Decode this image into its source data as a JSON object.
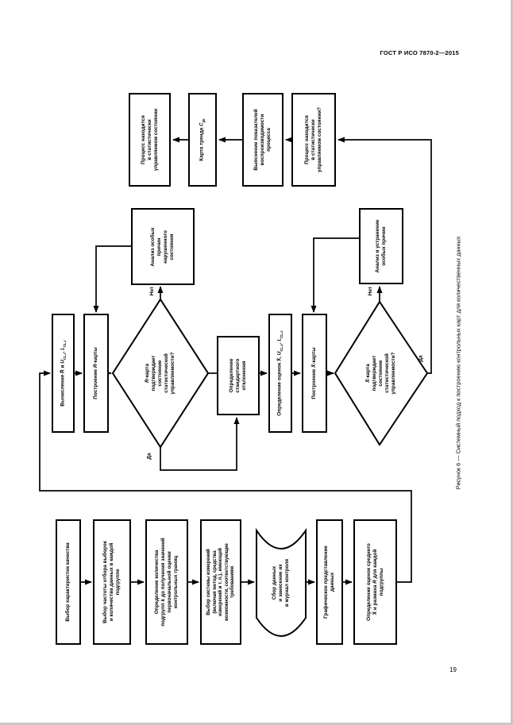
{
  "page": {
    "header": "ГОСТ Р ИСО 7870-2—2015",
    "page_number": "19",
    "caption": "Рисунок 6 — Системный подход к построению контрольных карт для количественных данных"
  },
  "flowchart": {
    "labels": {
      "yes": "Да",
      "no": "Нет"
    },
    "nodes": {
      "select_characteristic": "Выбор характеристик качества",
      "select_frequency": "Выбор частоты отбора выборок\nи количества данных в каждой\nподгруппе",
      "determine_subgroups": "Определение количества\nподгрупп *k* до получения значений\nпервоначальной оценки\nконтрольных границ",
      "select_measurement": "Выбор системы измерений\n(включая метод, средства\nизмерений и т. п.), имеющей\nвозможности, соответствующие\nтребованиям",
      "collect_data": "Сбор данных\nи занесение их\nв журнал контроля",
      "graphical_presentation": "Графическое представление\nданных",
      "estimate_mean_range": "Определение оценок среднего\nX̄ и размаха *R* для каждой\nподгруппы",
      "compute_r_limits": "Вычисление R̄ и *U*~CL,r~, *L*~CL,r~",
      "plot_r_chart": "Построение *R*-карты",
      "r_chart_ok": "*R*-карта\nподтверждает\nсостояние\nстатистической\nуправляемости?",
      "analyze_special_causes": "Анализ особых\nпричин\nнарушенного\nсостояния",
      "determine_sigma": "Определение\nстандартного\nотклонения",
      "compute_x_limits": "Определение оценок X̄, *U*~CL,x~, *L*~CL,x~",
      "plot_x_chart": "Построение *X̄*-карты",
      "x_chart_ok": "*X̄*-карта\nподтверждает\nсостояние\nстатистической\nуправляемости?",
      "analyze_remove_causes": "Анализ и устранение\nособых причин",
      "process_in_control_q": "Процесс находится\nв статистически\nуправляемом состоянии?",
      "capability": "Выяснение показателей\nвоспроизводимости\nпроцесса",
      "cpk_trend_chart": "Карта тренда *C*~pk~",
      "process_in_control": "Процесс находится\nв статистически\nуправляемом состоянии"
    }
  }
}
